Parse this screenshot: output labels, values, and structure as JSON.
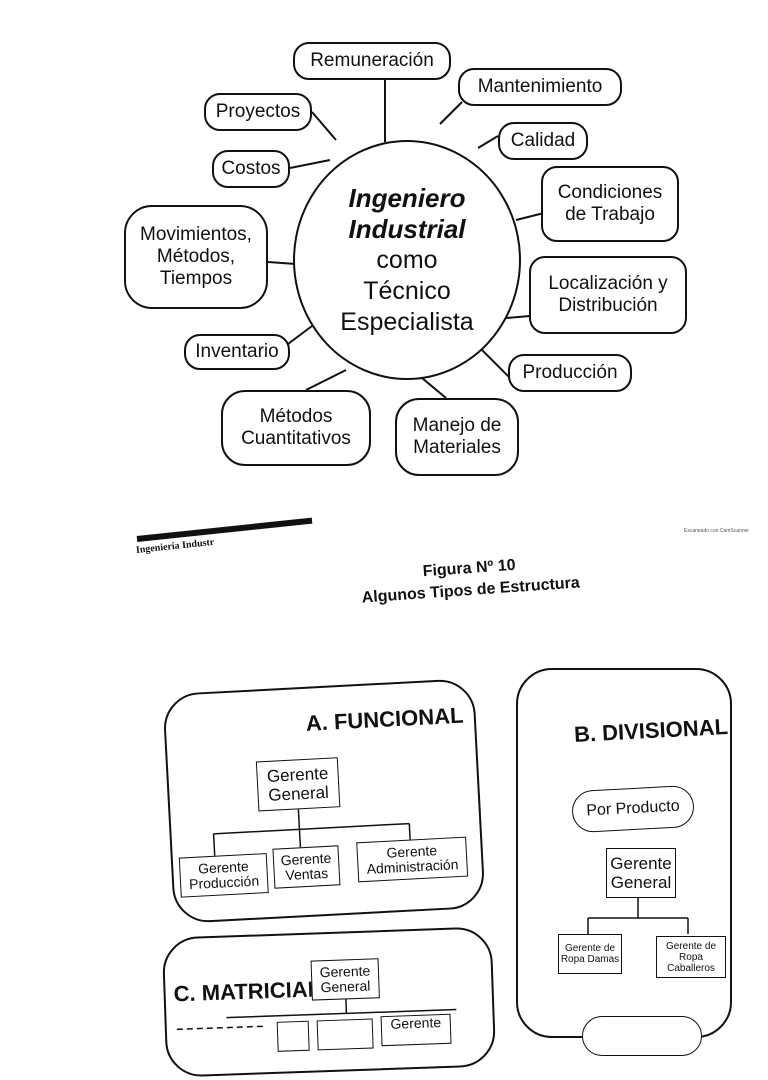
{
  "mindmap": {
    "center": {
      "line1": "Ingeniero",
      "line2": "Industrial",
      "line3": "como",
      "line4": "Técnico",
      "line5": "Especialista"
    },
    "nodes": {
      "remuneracion": "Remuneración",
      "mantenimiento": "Mantenimiento",
      "proyectos": "Proyectos",
      "calidad": "Calidad",
      "costos": "Costos",
      "condiciones_1": "Condiciones",
      "condiciones_2": "de Trabajo",
      "movimientos_1": "Movimientos,",
      "movimientos_2": "Métodos,",
      "movimientos_3": "Tiempos",
      "localizacion_1": "Localización y",
      "localizacion_2": "Distribución",
      "inventario": "Inventario",
      "produccion": "Producción",
      "metodos_1": "Métodos",
      "metodos_2": "Cuantitativos",
      "manejo_1": "Manejo de",
      "manejo_2": "Materiales"
    }
  },
  "figure": {
    "header_text": "Ingeniería Industr",
    "scan_mark": "Escaneado con CamScanner",
    "title_1": "Figura Nº 10",
    "title_2": "Algunos Tipos de Estructura",
    "funcional": {
      "title": "A. FUNCIONAL",
      "gerente_1": "Gerente",
      "gerente_2": "General",
      "produccion_1": "Gerente",
      "produccion_2": "Producción",
      "ventas_1": "Gerente",
      "ventas_2": "Ventas",
      "admin_1": "Gerente",
      "admin_2": "Administración"
    },
    "divisional": {
      "title": "B. DIVISIONAL",
      "por_producto": "Por Producto",
      "gerente_1": "Gerente",
      "gerente_2": "General",
      "damas_1": "Gerente de",
      "damas_2": "Ropa Damas",
      "caballeros_1": "Gerente de",
      "caballeros_2": "Ropa Caballeros"
    },
    "matricial": {
      "title": "C. MATRICIAL",
      "gerente_1": "Gerente",
      "gerente_2": "General",
      "partial_box": "Gerente"
    }
  }
}
